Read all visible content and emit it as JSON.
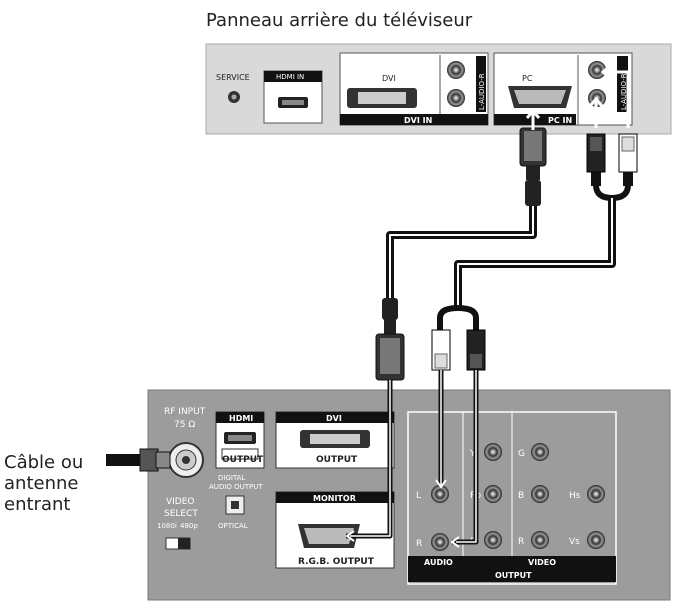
{
  "caption_top": "Panneau arrière du téléviseur",
  "caption_left": [
    "Câble ou",
    "antenne",
    "entrant"
  ],
  "tv_panel": {
    "service": "SERVICE",
    "hdmi_in": "HDMI IN",
    "dvi": "DVI",
    "dvi_in": "DVI IN",
    "audio_l_1": "L-AUDIO-R",
    "pc": "PC",
    "pc_in": "PC IN",
    "audio_l_2": "L-AUDIO-R"
  },
  "box_panel": {
    "rf_input": "RF INPUT",
    "rf_ohm": "75 Ω",
    "hdmi": "HDMI",
    "hdmi_output": "OUTPUT",
    "dvi": "DVI",
    "dvi_output": "OUTPUT",
    "monitor": "MONITOR",
    "rgb_output": "R.G.B. OUTPUT",
    "video_select": "VIDEO",
    "video_select_2": "SELECT",
    "res_1080": "1080i",
    "res_480": "480p",
    "digital": "DIGITAL",
    "audio_output": "AUDIO OUTPUT",
    "optical": "OPTICAL",
    "audio": "AUDIO",
    "video": "VIDEO",
    "output": "OUTPUT",
    "y": "Y",
    "pb": "Pb",
    "pr": "Pr",
    "g": "G",
    "b": "B",
    "r": "R",
    "hs": "Hs",
    "vs": "Vs",
    "l": "L",
    "r_audio": "R"
  },
  "colors": {
    "tv_panel": "#d9d9d9",
    "box_panel": "#9c9c9c",
    "cable": "#111111",
    "label_bar": "#111111"
  }
}
